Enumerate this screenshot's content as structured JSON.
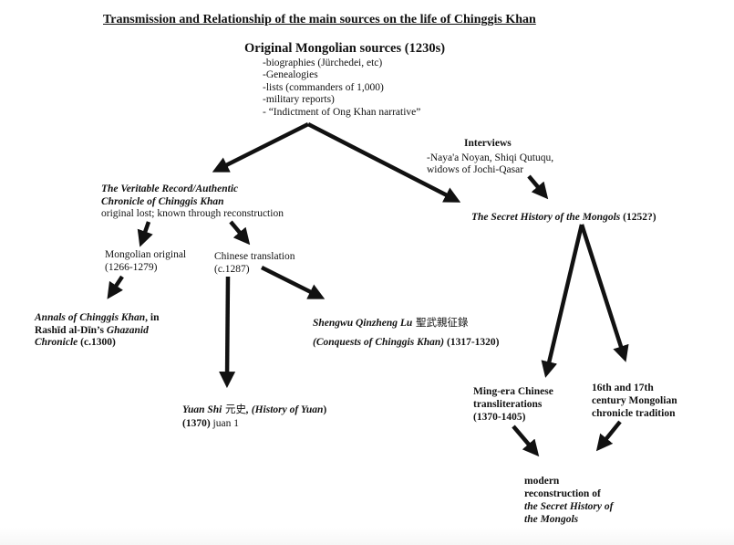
{
  "title": "Transmission and Relationship of the main sources on the life of Chinggis Khan",
  "original_sources": {
    "heading": "Original Mongolian sources (1230s)",
    "items": [
      "-biographies (Jürchedei, etc)",
      "-Genealogies",
      "-lists (commanders of 1,000)",
      "-military reports)",
      "- “Indictment of Ong Khan narrative”"
    ]
  },
  "interviews": {
    "heading": "Interviews",
    "line1": "-Naya'a Noyan, Shiqi Qutuqu,",
    "line2": "widows of Jochi-Qasar"
  },
  "veritable_record": {
    "title_line1": "The Veritable Record/Authentic",
    "title_line2": "Chronicle of Chinggis Khan",
    "note": "original lost; known through reconstruction"
  },
  "secret_history": {
    "title": "The Secret History of the Mongols",
    "date": " (1252?)"
  },
  "mongolian_original": {
    "label": "Mongolian original",
    "date": "(1266-1279)"
  },
  "chinese_translation": {
    "label": "Chinese translation",
    "date": "(c.1287)"
  },
  "annals": {
    "title": "Annals of Chinggis Khan",
    "line1_rest": ", in",
    "line2_plain": "Rashīd al-Dīn’s ",
    "line2_italic": "Ghazanid",
    "line3_italic": "Chronicle",
    "line3_rest": " (c.1300)"
  },
  "shengwu": {
    "title": "Shengwu Qinzheng Lu",
    "chinese": " 聖武親征錄",
    "subtitle": "(Conquests of Chinggis Khan)",
    "date": " (1317-1320)"
  },
  "yuan_shi": {
    "title": "Yuan Shi",
    "chinese": " 元史",
    "subtitle": ", (History of Yuan",
    "close": ")",
    "date": "(1370)",
    "juan": " juan 1"
  },
  "ming_translit": {
    "line1": "Ming-era Chinese",
    "line2": "transliterations",
    "line3": "(1370-1405)"
  },
  "mongolian_chronicle": {
    "line1": "16th and 17th",
    "line2": "century Mongolian",
    "line3": "chronicle tradition"
  },
  "modern_reconstruction": {
    "line1": "modern",
    "line2": "reconstruction of",
    "line3": "the Secret History of",
    "line4": "the Mongols"
  },
  "arrows": [
    {
      "from": "original-mongolian-sources",
      "to": "veritable-record"
    },
    {
      "from": "original-mongolian-sources",
      "to": "secret-history"
    },
    {
      "from": "interviews",
      "to": "secret-history"
    },
    {
      "from": "veritable-record",
      "to": "mongolian-original"
    },
    {
      "from": "veritable-record",
      "to": "chinese-translation"
    },
    {
      "from": "mongolian-original",
      "to": "annals"
    },
    {
      "from": "chinese-translation",
      "to": "shengwu"
    },
    {
      "from": "chinese-translation",
      "to": "yuan-shi"
    },
    {
      "from": "secret-history",
      "to": "ming-transliterations"
    },
    {
      "from": "secret-history",
      "to": "mongolian-chronicle-tradition"
    },
    {
      "from": "ming-transliterations",
      "to": "modern-reconstruction"
    },
    {
      "from": "mongolian-chronicle-tradition",
      "to": "modern-reconstruction"
    }
  ]
}
